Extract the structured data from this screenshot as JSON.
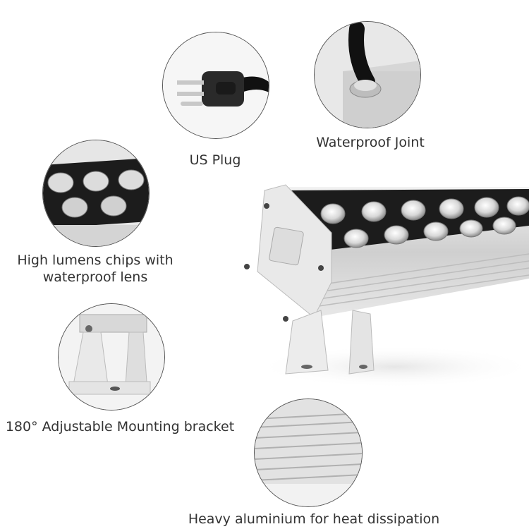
{
  "features": {
    "us_plug": {
      "label": "US Plug",
      "icon": "us-plug-photo"
    },
    "waterproof_joint": {
      "label": "Waterproof Joint",
      "icon": "waterproof-joint-photo"
    },
    "chips": {
      "label_line1": "High lumens chips with",
      "label_line2": "waterproof lens",
      "icon": "led-chips-photo"
    },
    "bracket": {
      "label": "180° Adjustable Mounting bracket",
      "icon": "mounting-bracket-photo"
    },
    "heat": {
      "label": "Heavy aluminium for heat dissipation",
      "icon": "aluminium-housing-photo"
    }
  },
  "colors": {
    "text": "#333333",
    "aluminium": "#d9d9d9",
    "led_strip": "#1a1a1a"
  }
}
